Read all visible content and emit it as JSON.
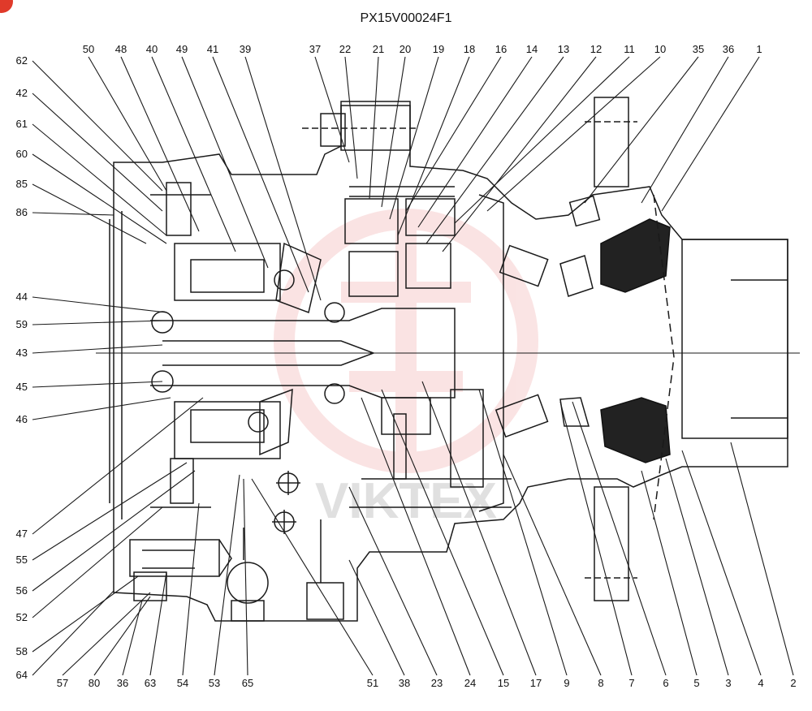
{
  "title": "PX15V00024F1",
  "watermark": "VIKTEX",
  "colors": {
    "line": "#1a1a1a",
    "watermark": "#e56a6a",
    "corner": "#e03a2a"
  },
  "callouts_top": [
    "50",
    "48",
    "40",
    "49",
    "41",
    "39",
    "37",
    "22",
    "21",
    "20",
    "19",
    "18",
    "16",
    "14",
    "13",
    "12",
    "11",
    "10",
    "35",
    "36",
    "1"
  ],
  "callouts_left": [
    "62",
    "42",
    "61",
    "60",
    "85",
    "86",
    "44",
    "59",
    "43",
    "45",
    "46",
    "47",
    "55",
    "56",
    "52",
    "58",
    "64"
  ],
  "callouts_bottom": [
    "57",
    "80",
    "36",
    "63",
    "54",
    "53",
    "65",
    "51",
    "38",
    "23",
    "24",
    "15",
    "17",
    "9",
    "8",
    "7",
    "6",
    "5",
    "3",
    "4",
    "2"
  ]
}
